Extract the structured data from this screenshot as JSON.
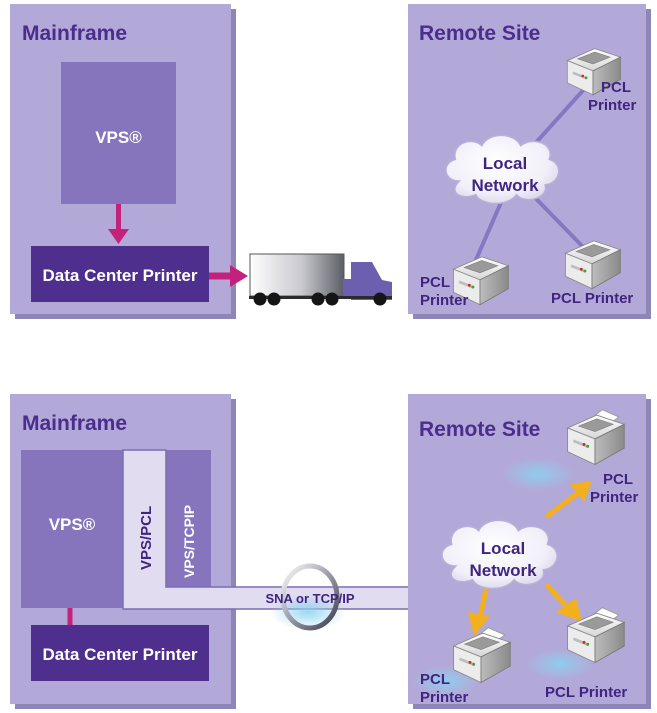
{
  "colors": {
    "panel": "#b3a9d8",
    "panel_shadow": "#8f86b8",
    "vps_block": "#8675bd",
    "data_center": "#4e2f8e",
    "title_text": "#4a2d8c",
    "magenta_arrow": "#c3217b",
    "network_line": "#8577c4",
    "orange_arrow": "#f2b01e",
    "pipe": "#e2dcf0"
  },
  "top_diagram": {
    "mainframe": {
      "title": "Mainframe",
      "vps_label": "VPS®",
      "printer_label": "Data Center Printer"
    },
    "transport_icon": "truck-icon",
    "remote_site": {
      "title": "Remote Site",
      "network_label_line1": "Local",
      "network_label_line2": "Network",
      "printers": [
        {
          "line1": "PCL",
          "line2": "Printer"
        },
        {
          "line1": "PCL",
          "line2": "Printer"
        },
        {
          "line1": "PCL Printer",
          "line2": ""
        }
      ]
    }
  },
  "bottom_diagram": {
    "mainframe": {
      "title": "Mainframe",
      "vps_label": "VPS®",
      "vps_pcl_label": "VPS/PCL",
      "vps_tcpip_label": "VPS/TCPIP",
      "printer_label": "Data Center Printer"
    },
    "pipe_label": "SNA or TCP/IP",
    "remote_site": {
      "title": "Remote Site",
      "network_label_line1": "Local",
      "network_label_line2": "Network",
      "printers": [
        {
          "line1": "PCL",
          "line2": "Printer"
        },
        {
          "line1": "PCL",
          "line2": "Printer"
        },
        {
          "line1": "PCL Printer",
          "line2": ""
        }
      ]
    }
  }
}
